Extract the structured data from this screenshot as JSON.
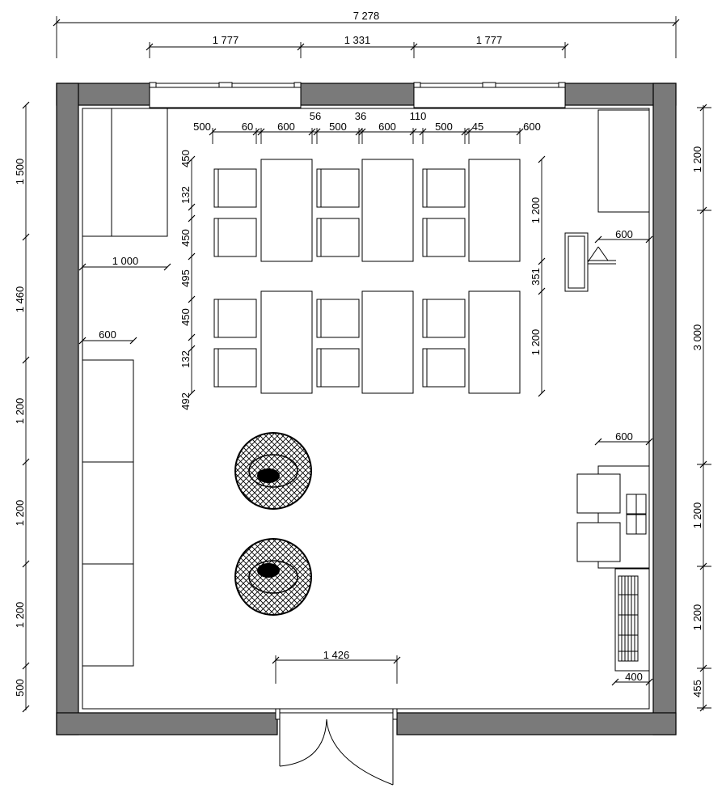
{
  "drawing": {
    "type": "classroom floor plan",
    "units": "mm"
  },
  "dimensions": {
    "top_overall": "7 278",
    "top_windows": [
      "1 777",
      "1 331",
      "1 777"
    ],
    "desk_row_x": [
      "500",
      "60",
      "600",
      "56",
      "500",
      "36",
      "600",
      "110",
      "500",
      "45",
      "600"
    ],
    "desk_col_y": [
      "450",
      "132",
      "450",
      "495",
      "450",
      "132",
      "492"
    ],
    "table_depth_1": "1 200",
    "table_gap": "351",
    "table_depth_2": "1 200",
    "left_chain": [
      "1 500",
      "1 460",
      "1 200",
      "1 200",
      "1 200",
      "500"
    ],
    "right_chain": [
      "1 200",
      "3 000",
      "1 200",
      "1 200",
      "455"
    ],
    "sofa_depth": "1 000",
    "cabinet_depth": "600",
    "easel_width": "600",
    "desk_unit_depth": "600",
    "shelf_depth": "400",
    "door_width": "1 426"
  },
  "furniture": {
    "desk_groups": 6,
    "chairs_per_group": 2,
    "bean_bags": 2,
    "wall_cabinets": 3
  },
  "colors": {
    "wall": "#7a7a7a",
    "line": "#000000",
    "background": "#ffffff"
  }
}
